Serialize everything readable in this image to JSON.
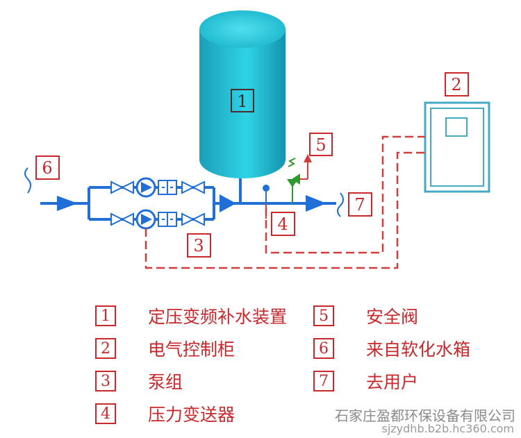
{
  "diagram": {
    "tags": {
      "tank": "1",
      "cabinet": "2",
      "pump_group": "3",
      "transmitter": "4",
      "safety_valve": "5",
      "inlet": "6",
      "outlet": "7"
    }
  },
  "legend": {
    "items": [
      {
        "num": "1",
        "text": "定压变频补水装置"
      },
      {
        "num": "2",
        "text": "电气控制柜"
      },
      {
        "num": "3",
        "text": "泵组"
      },
      {
        "num": "4",
        "text": "压力变送器"
      },
      {
        "num": "5",
        "text": "安全阀"
      },
      {
        "num": "6",
        "text": "来自软化水箱"
      },
      {
        "num": "7",
        "text": "去用户"
      }
    ]
  },
  "watermark": {
    "company": "石家庄盈都环保设备有限公司",
    "website": "sjzydhb.b2b.hc360.com"
  },
  "colors": {
    "pipe": "#1f6fd6",
    "tank": "#22b8d0",
    "signal": "#d23c3c",
    "label": "#c8282c",
    "safety_valve": "#2e9a2e"
  }
}
